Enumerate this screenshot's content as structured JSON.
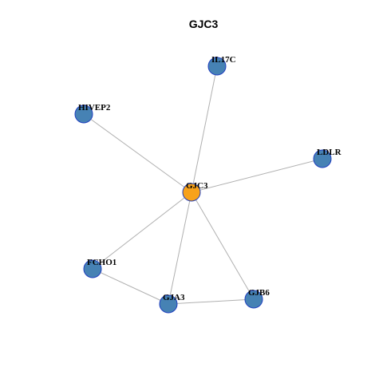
{
  "title": "GJC3",
  "colors": {
    "center_node": "#F7A21B",
    "neighbor_node": "#4682B4",
    "node_border": "#1F3FBF",
    "edge": "#B0B0B0"
  },
  "nodes": [
    {
      "id": "GJC3",
      "label": "GJC3",
      "role": "center"
    },
    {
      "id": "IL17C",
      "label": "IL17C",
      "role": "neighbor"
    },
    {
      "id": "HIVEP2",
      "label": "HIVEP2",
      "role": "neighbor"
    },
    {
      "id": "LDLR",
      "label": "LDLR",
      "role": "neighbor"
    },
    {
      "id": "FCHO1",
      "label": "FCHO1",
      "role": "neighbor"
    },
    {
      "id": "GJA3",
      "label": "GJA3",
      "role": "neighbor"
    },
    {
      "id": "GJB6",
      "label": "GJB6",
      "role": "neighbor"
    }
  ],
  "edges": [
    {
      "source": "GJC3",
      "target": "IL17C"
    },
    {
      "source": "GJC3",
      "target": "HIVEP2"
    },
    {
      "source": "GJC3",
      "target": "LDLR"
    },
    {
      "source": "GJC3",
      "target": "FCHO1"
    },
    {
      "source": "GJC3",
      "target": "GJA3"
    },
    {
      "source": "GJC3",
      "target": "GJB6"
    },
    {
      "source": "FCHO1",
      "target": "GJA3"
    },
    {
      "source": "GJA3",
      "target": "GJB6"
    }
  ]
}
